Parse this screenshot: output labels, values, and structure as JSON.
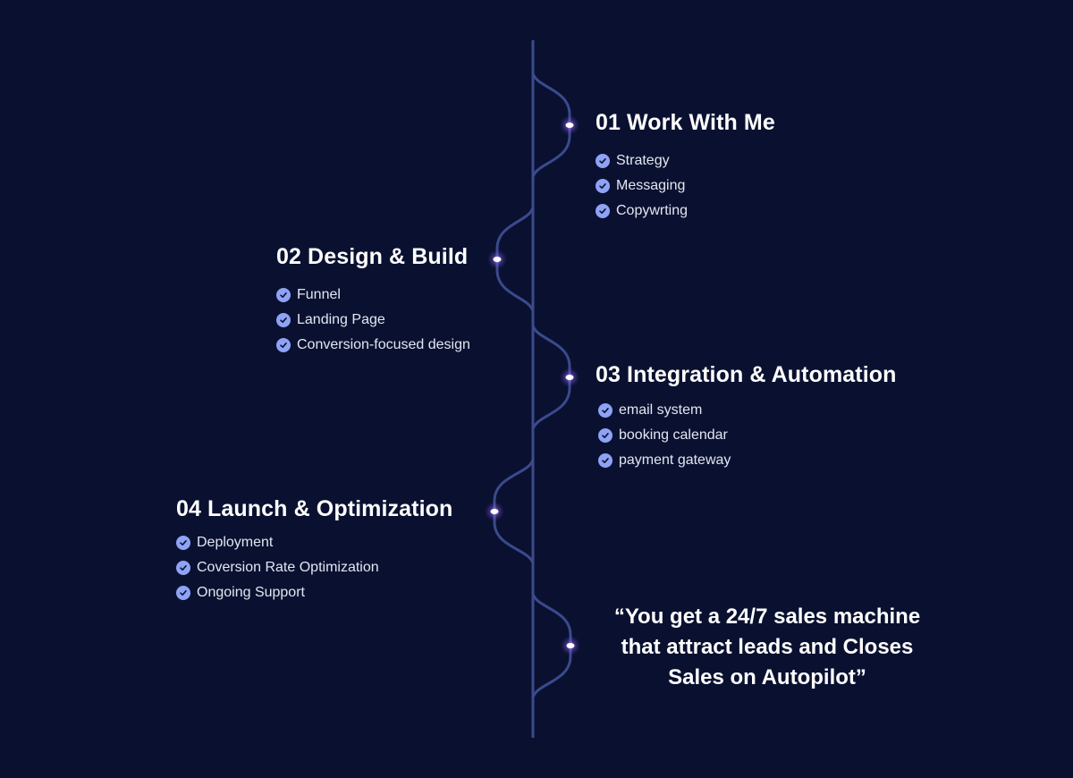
{
  "colors": {
    "background": "#0a1130",
    "line": "#3a4a8c",
    "check": "#8ea3f5",
    "node_glow": "#b58cff"
  },
  "steps": [
    {
      "title": "01 Work With Me",
      "items": [
        "Strategy",
        "Messaging",
        "Copywrting"
      ]
    },
    {
      "title": "02 Design & Build",
      "items": [
        "Funnel",
        "Landing Page",
        "Conversion-focused design"
      ]
    },
    {
      "title": "03 Integration & Automation",
      "items": [
        "email system",
        "booking calendar",
        "payment gateway"
      ]
    },
    {
      "title": "04 Launch & Optimization",
      "items": [
        "Deployment",
        "Coversion Rate Optimization",
        "Ongoing Support"
      ]
    }
  ],
  "quote": {
    "lines": [
      "“You get a 24/7 sales machine",
      "that attract leads and Closes",
      "Sales on Autopilot”"
    ]
  },
  "icons": {
    "check": "check-circle-icon",
    "node": "glowing-node-icon"
  }
}
